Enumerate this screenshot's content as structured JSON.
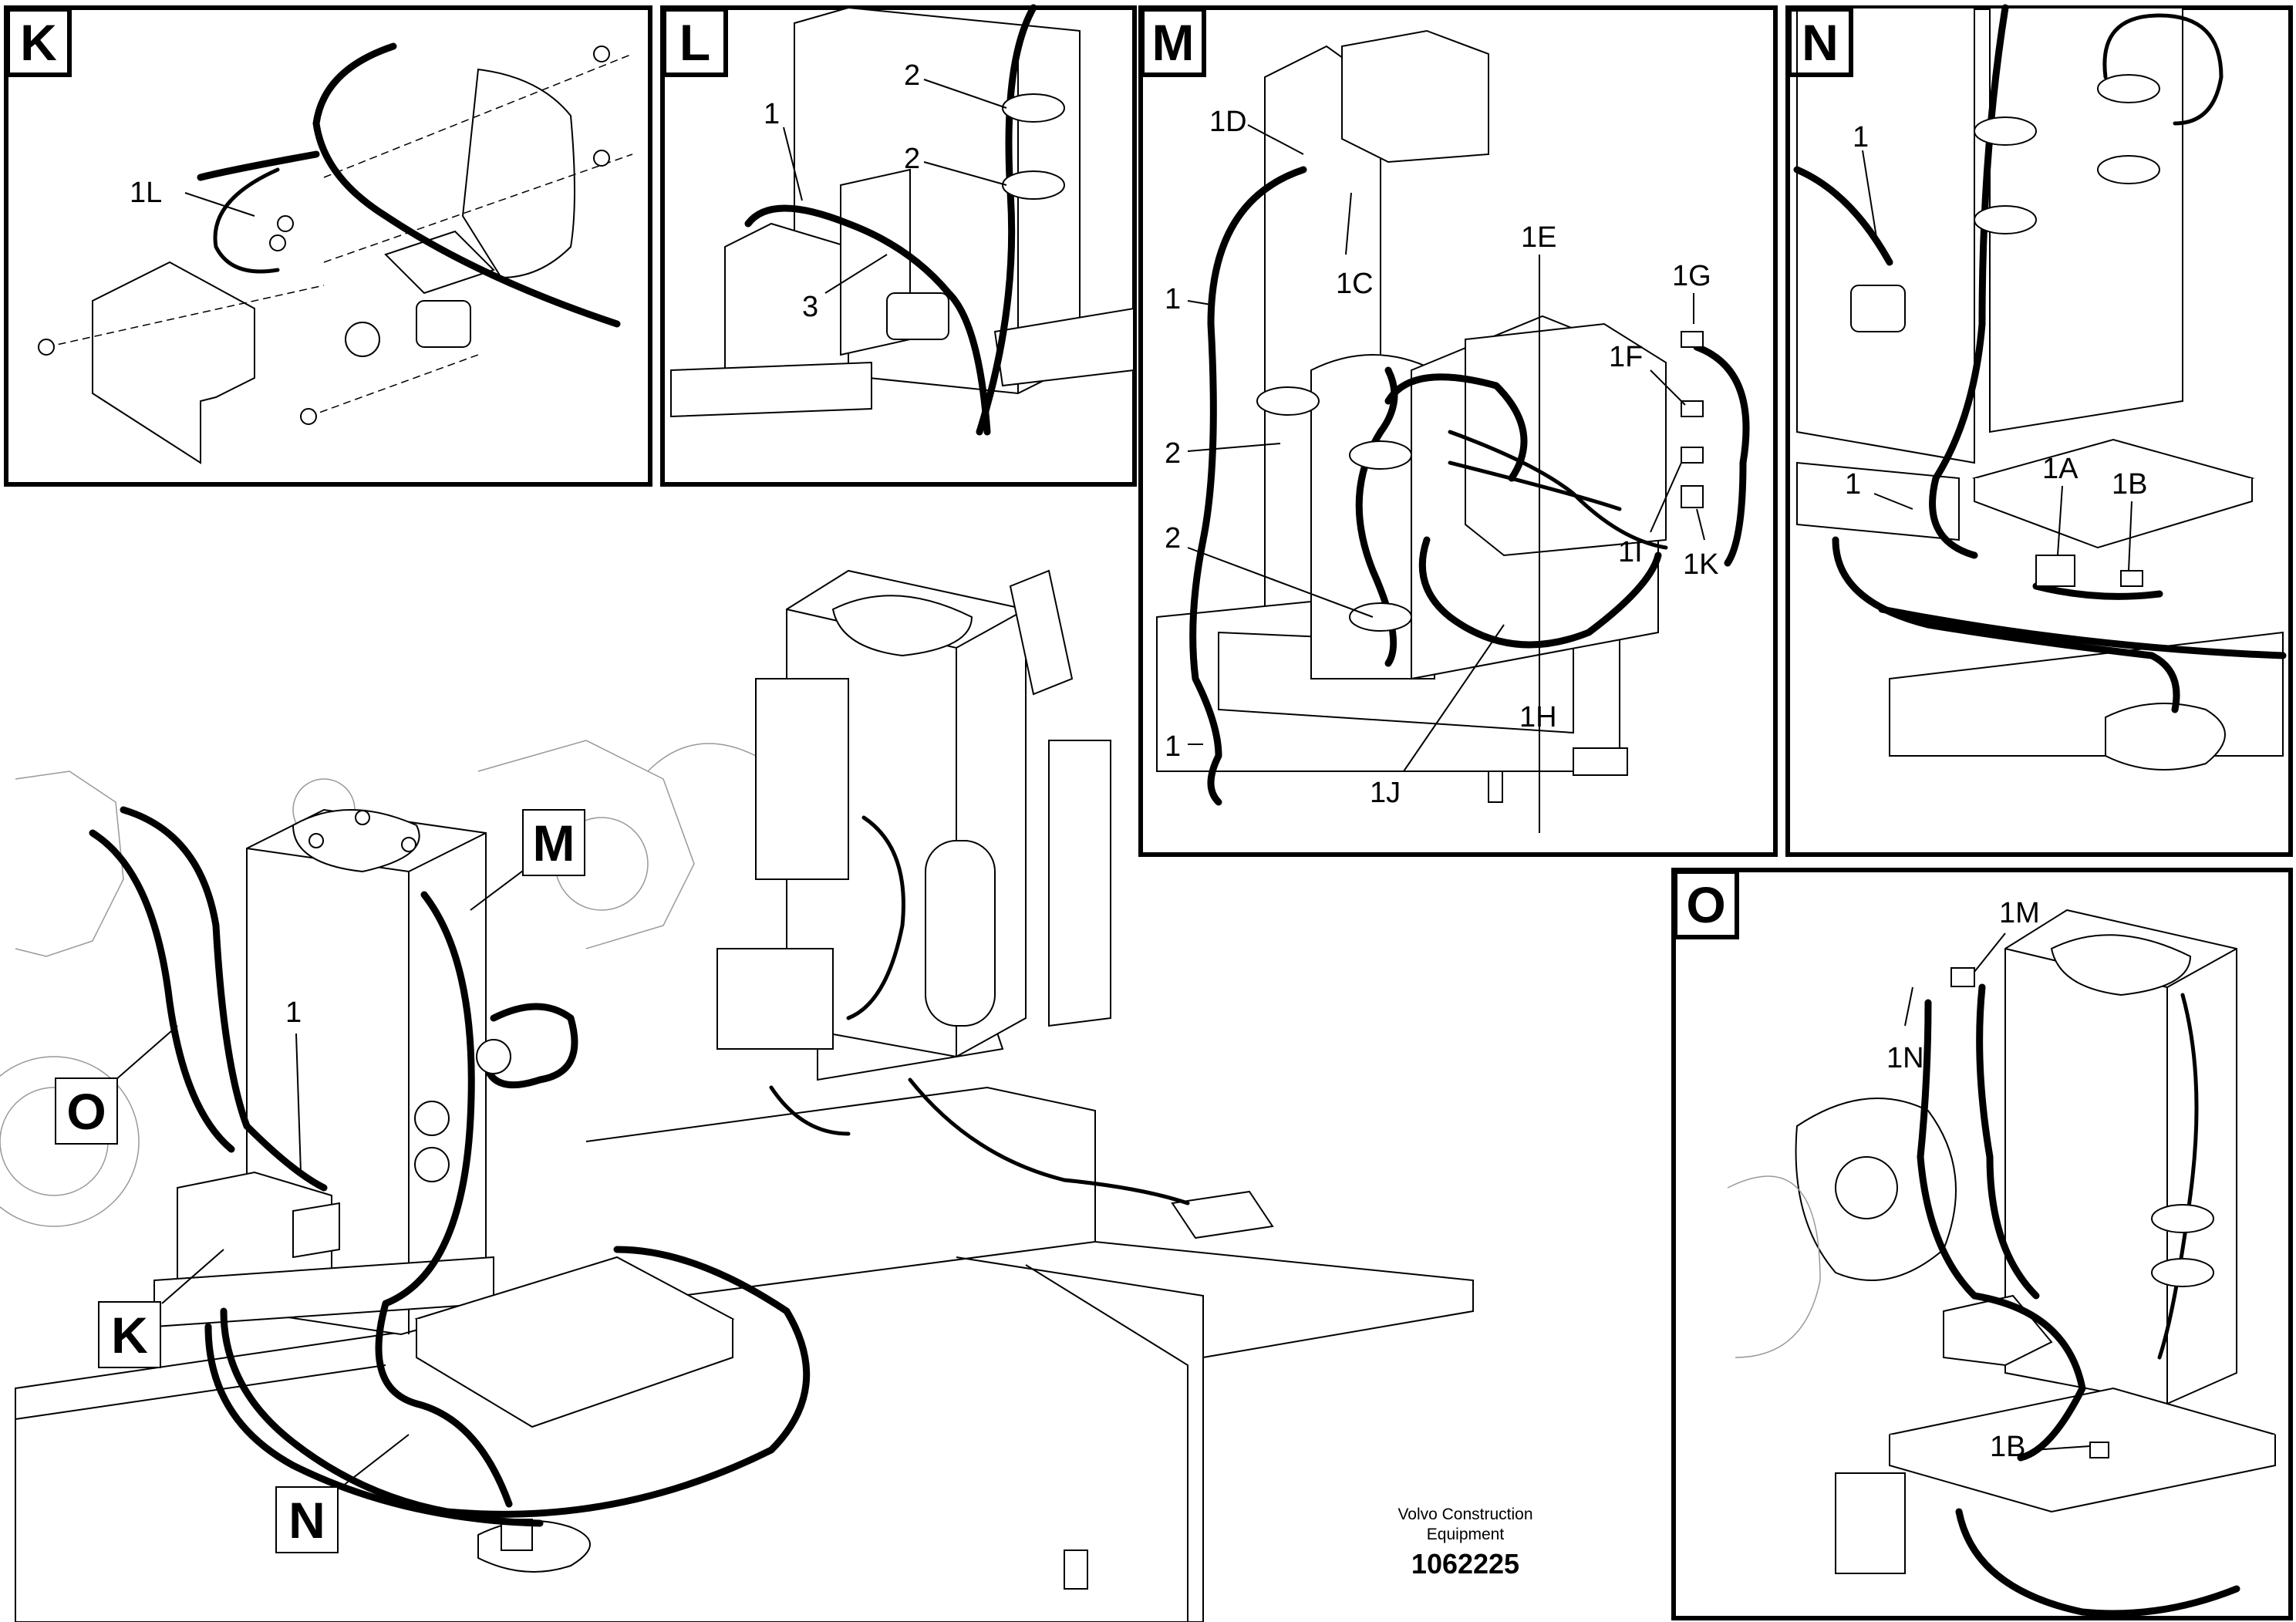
{
  "panels": [
    {
      "id": "K",
      "label": "K"
    },
    {
      "id": "L",
      "label": "L"
    },
    {
      "id": "M",
      "label": "M"
    },
    {
      "id": "N",
      "label": "N"
    },
    {
      "id": "O",
      "label": "O"
    }
  ],
  "main_callouts": {
    "m": "M",
    "o": "O",
    "k": "K",
    "n": "N",
    "one": "1"
  },
  "panel_k": {
    "l1": "1L"
  },
  "panel_l": {
    "l1": "1",
    "l2a": "2",
    "l2b": "2",
    "l3": "3"
  },
  "panel_m": {
    "l1d": "1D",
    "l1c": "1C",
    "l1e": "1E",
    "l1g": "1G",
    "l1f": "1F",
    "l1a": "1",
    "l2a": "2",
    "l2b": "2",
    "l1b": "1",
    "l1i": "1I",
    "l1k": "1K",
    "l1h": "1H",
    "l1j": "1J"
  },
  "panel_n": {
    "l1a": "1",
    "l1b": "1",
    "l1A": "1A",
    "l1B": "1B"
  },
  "panel_o": {
    "l1m": "1M",
    "l1n": "1N",
    "l1b": "1B"
  },
  "caption": {
    "company_line1": "Volvo Construction",
    "company_line2": "Equipment",
    "number": "1062225"
  }
}
